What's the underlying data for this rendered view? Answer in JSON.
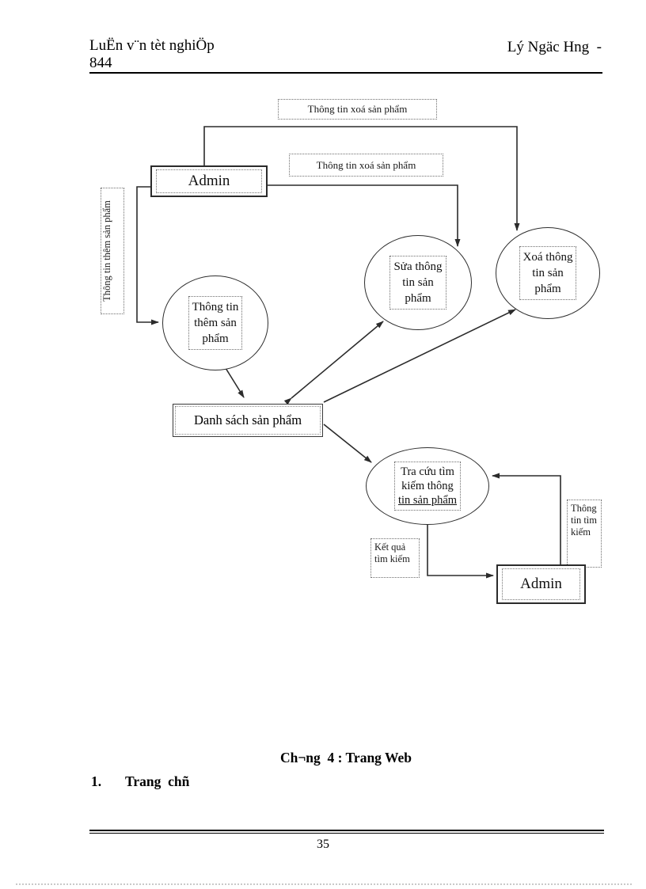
{
  "header": {
    "title_left": "LuËn v¨n tèt nghiÖp",
    "title_left_line2": "844",
    "title_right": "Lý Ngäc Hng  -"
  },
  "diagram": {
    "label_delete_top": "Thông tin xoá sản phẩm",
    "label_delete_mid": "Thông tin xoá sản phẩm",
    "label_add_vertical": "Thông tin thêm sản phẩm",
    "admin_source": "Admin",
    "admin_sink": "Admin",
    "process_add": {
      "l1": "Thông tin",
      "l2": "thêm sản",
      "l3": "phẩm"
    },
    "process_edit": {
      "l1": "Sửa thông",
      "l2": "tin sản",
      "l3": "phẩm"
    },
    "process_delete": {
      "l1": "Xoá thông",
      "l2": "tin sản",
      "l3": "phẩm"
    },
    "process_search": {
      "l1": "Tra cứu tìm",
      "l2": "kiếm thông",
      "l3": "tin sản phẩm"
    },
    "store_product_list": "Danh sách sản phẩm",
    "label_search_result": {
      "l1": "Kết quả",
      "l2": "tìm kiếm"
    },
    "label_search_info": {
      "l1": "Thông",
      "l2": "tin tìm",
      "l3": "kiếm"
    }
  },
  "content": {
    "chapter_heading": "Ch¬ng  4 : Trang Web",
    "section_number": "1.",
    "section_title": "Trang  chñ"
  },
  "footer": {
    "page_number": "35"
  },
  "colors": {
    "ink": "#000000",
    "line": "#2b2b2b"
  }
}
